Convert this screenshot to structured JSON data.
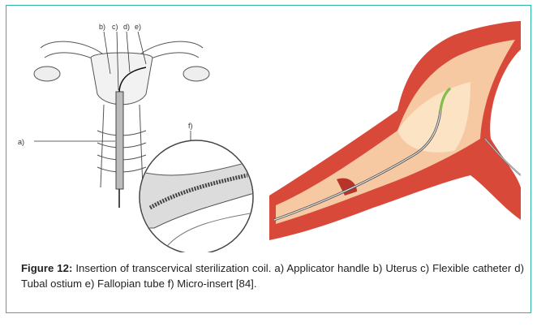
{
  "figure": {
    "labels": {
      "a": "a)",
      "b": "b)",
      "c": "c)",
      "d": "d)",
      "e": "e)",
      "f": "f)"
    },
    "caption_title": "Figure 12:",
    "caption_text": " Insertion of transcervical sterilization coil. a) Applicator handle b) Uterus c) Flexible catheter d) Tubal ostium e) Fallopian tube f) Micro-insert [84].",
    "colors": {
      "frame_border": "#2bb5a5",
      "tissue_red": "#d9493a",
      "tissue_inner": "#f6c9a2",
      "catheter_green": "#7ec24a"
    }
  }
}
